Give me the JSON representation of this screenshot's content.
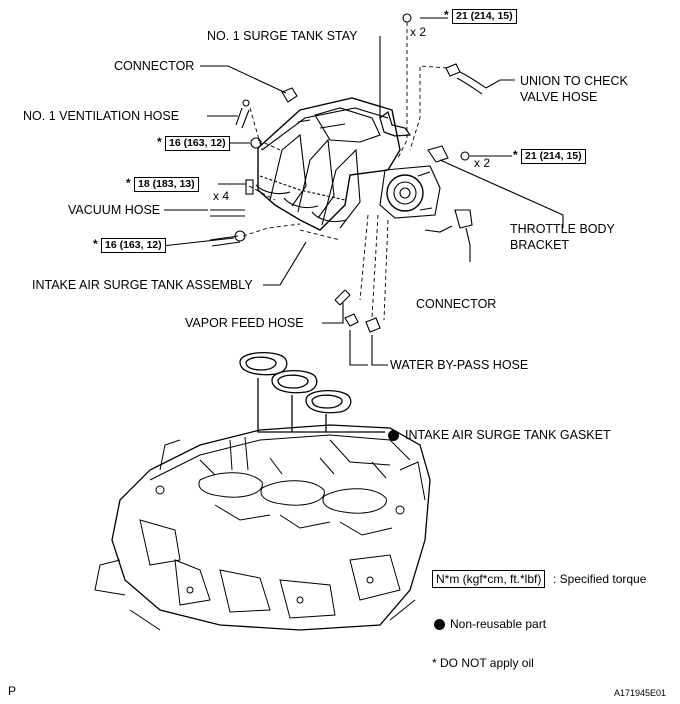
{
  "labels": {
    "surge_tank_stay": "NO. 1 SURGE TANK STAY",
    "connector_top": "CONNECTOR",
    "ventilation_hose": "NO. 1 VENTILATION HOSE",
    "union_check_valve_1": "UNION TO CHECK",
    "union_check_valve_2": "VALVE HOSE",
    "vacuum_hose": "VACUUM HOSE",
    "throttle_body_bracket_1": "THROTTLE BODY",
    "throttle_body_bracket_2": "BRACKET",
    "intake_surge_tank_assembly": "INTAKE AIR SURGE TANK ASSEMBLY",
    "connector_right": "CONNECTOR",
    "vapor_feed_hose": "VAPOR FEED HOSE",
    "water_bypass_hose": "WATER BY-PASS HOSE",
    "intake_surge_tank_gasket": "INTAKE AIR SURGE TANK GASKET"
  },
  "torques": {
    "t_top_right": "21 (214, 15)",
    "t_mid_right": "21 (214, 15)",
    "t_left_1": "16 (163, 12)",
    "t_left_2": "18 (183, 13)",
    "t_left_3": "16 (163, 12)"
  },
  "asterisk": "*",
  "quantities": {
    "q_top": "x 2",
    "q_mid": "x 2",
    "q_left": "x 4"
  },
  "legend": {
    "torque_box": "N*m (kgf*cm, ft.*lbf)",
    "torque_desc": ": Specified torque",
    "non_reusable": "Non-reusable part",
    "no_oil": "* DO NOT apply oil"
  },
  "footer": {
    "page_letter": "P",
    "figure_code": "A171945E01"
  }
}
